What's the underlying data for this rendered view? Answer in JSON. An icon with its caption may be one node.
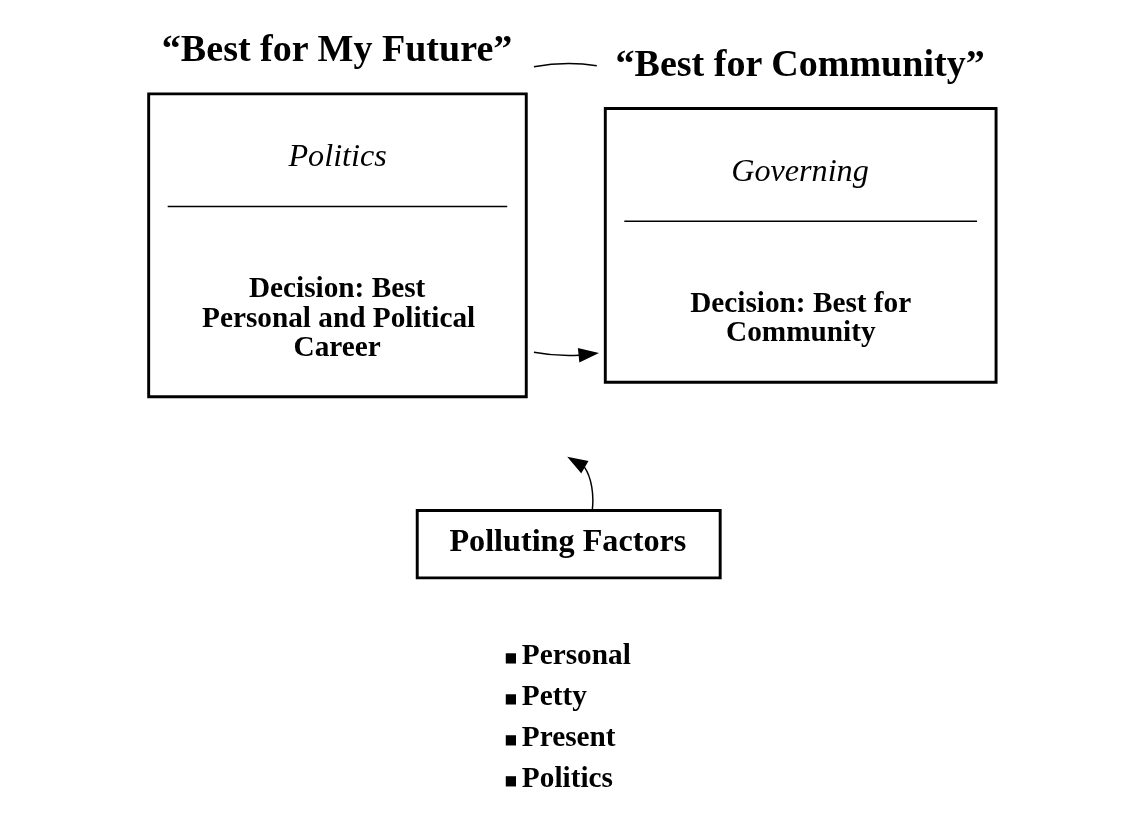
{
  "diagram": {
    "nodes": [
      {
        "text": [
          "“Best for My Future”",
          "Politics",
          "Decision: Best Personal and Political Career"
        ]
      },
      {
        "text": [
          "“Best for Community”",
          "Governing",
          "Decision: Best for Community"
        ]
      },
      {
        "text": [
          "Polluting Factors"
        ]
      }
    ],
    "edges": [
      {
        "from": 0,
        "to": 1,
        "arrow": "to"
      },
      {
        "from": 0,
        "to": 1,
        "arrow": "none"
      },
      {
        "from": 2,
        "to": null,
        "arrow": "to"
      }
    ],
    "labels": [
      "Personal",
      "Petty",
      "Present",
      "Politics"
    ]
  }
}
